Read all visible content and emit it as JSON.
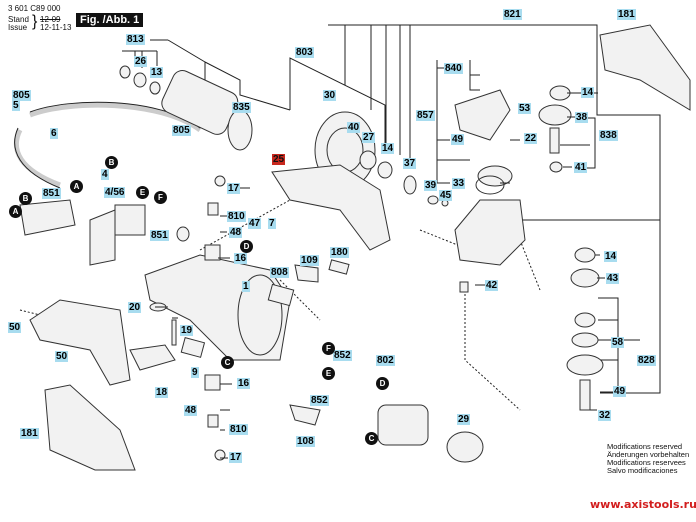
{
  "header": {
    "part_number": "3 601 C89 000",
    "stand_label": "Stand",
    "issue_label": "Issue",
    "old_date": "12-09",
    "new_date": "12-11-13",
    "figure_label": "Fig. /Abb. 1"
  },
  "labels": {
    "l813": "813",
    "l26": "26",
    "l13": "13",
    "l835": "835",
    "l803": "803",
    "l30": "30",
    "l40": "40",
    "l27": "27",
    "l14a": "14",
    "l37": "37",
    "l821": "821",
    "l181a": "181",
    "l840": "840",
    "l857": "857",
    "l53": "53",
    "l22": "22",
    "l49a": "49",
    "l33": "33",
    "l39": "39",
    "l45": "45",
    "l14b": "14",
    "l38": "38",
    "l838": "838",
    "l41": "41",
    "l805a": "805",
    "l5": "5",
    "l805b": "805",
    "l6": "6",
    "l4": "4",
    "l456": "4/56",
    "l851a": "851",
    "l851b": "851",
    "l25": "25",
    "l17a": "17",
    "l810a": "810",
    "l48a": "48",
    "l47": "47",
    "l7": "7",
    "l16a": "16",
    "l808": "808",
    "l109": "109",
    "l180": "180",
    "l1": "1",
    "l20": "20",
    "l19": "19",
    "l9": "9",
    "l18": "18",
    "l50a": "50",
    "l50b": "50",
    "l16b": "16",
    "l48b": "48",
    "l810b": "810",
    "l17b": "17",
    "l181b": "181",
    "l852a": "852",
    "l852b": "852",
    "l802": "802",
    "l108": "108",
    "l29": "29",
    "l42": "42",
    "l14c": "14",
    "l43": "43",
    "l58": "58",
    "l828": "828",
    "l49b": "49",
    "l32": "32"
  },
  "connectors": {
    "A": "A",
    "B": "B",
    "C": "C",
    "D": "D",
    "E": "E",
    "F": "F"
  },
  "footer": {
    "modifications": [
      "Modifications reserved",
      "Änderungen vorbehalten",
      "Modifications reservees",
      "Salvo modificaciones"
    ],
    "website": "www.axistools.ru"
  },
  "colors": {
    "label_bg": "#a8dcef",
    "highlight_label_bg": "#c8281e",
    "website_color": "#d21e1e"
  }
}
